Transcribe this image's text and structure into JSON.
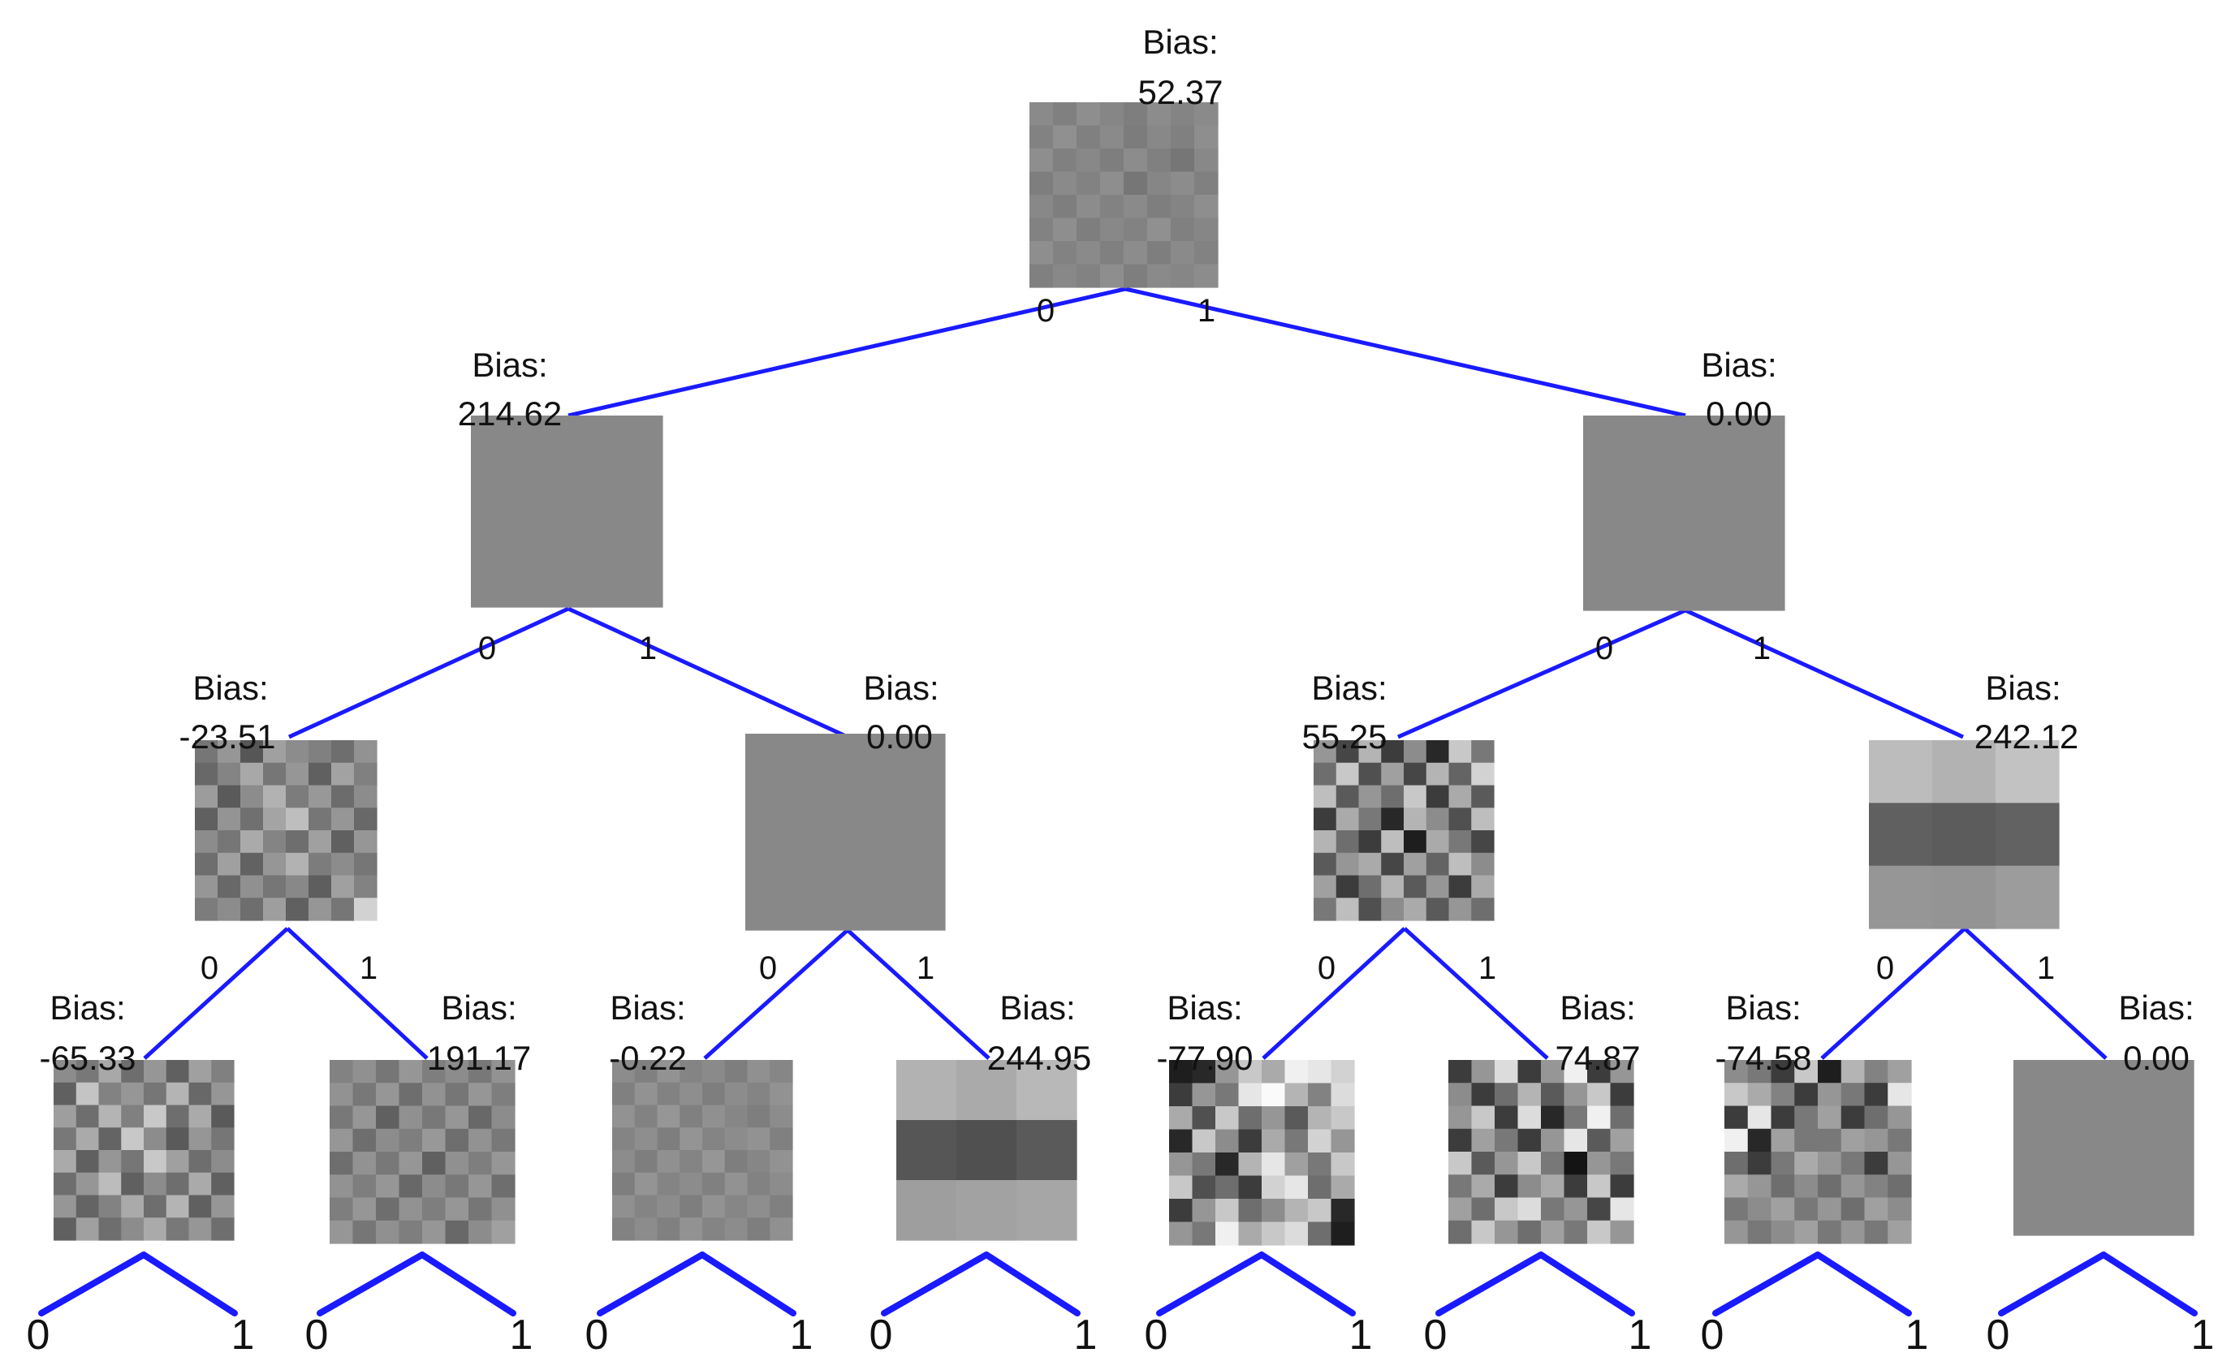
{
  "bias_label": "Bias:",
  "branch_labels": [
    "0",
    "1"
  ],
  "colors": {
    "edge": "#1a1aff",
    "text": "#111111",
    "background": "#ffffff"
  },
  "nodes": [
    {
      "id": "n0",
      "bias": "52.37",
      "grid": [
        [
          138,
          128,
          142,
          134,
          126,
          140,
          132,
          138
        ],
        [
          130,
          144,
          128,
          138,
          124,
          136,
          128,
          142
        ],
        [
          142,
          128,
          136,
          126,
          140,
          128,
          118,
          136
        ],
        [
          126,
          138,
          130,
          142,
          118,
          134,
          140,
          128
        ],
        [
          136,
          126,
          140,
          130,
          138,
          126,
          132,
          142
        ],
        [
          130,
          142,
          126,
          136,
          130,
          144,
          128,
          134
        ],
        [
          142,
          130,
          138,
          128,
          140,
          126,
          138,
          130
        ],
        [
          128,
          136,
          130,
          142,
          126,
          138,
          134,
          140
        ]
      ]
    },
    {
      "id": "n1",
      "bias": "214.62",
      "grid": [
        [
          136
        ]
      ]
    },
    {
      "id": "n2",
      "bias": "0.00",
      "grid": [
        [
          136
        ]
      ]
    },
    {
      "id": "n3",
      "bias": "-23.51",
      "grid": [
        [
          118,
          150,
          86,
          160,
          140,
          128,
          110,
          146
        ],
        [
          104,
          132,
          168,
          118,
          150,
          96,
          162,
          128
        ],
        [
          156,
          90,
          140,
          178,
          124,
          152,
          108,
          140
        ],
        [
          96,
          148,
          112,
          164,
          190,
          118,
          150,
          104
        ],
        [
          140,
          118,
          170,
          132,
          110,
          160,
          96,
          150
        ],
        [
          110,
          160,
          98,
          150,
          178,
          124,
          140,
          118
        ],
        [
          150,
          104,
          144,
          118,
          136,
          94,
          160,
          130
        ],
        [
          124,
          140,
          110,
          158,
          96,
          150,
          118,
          210
        ]
      ]
    },
    {
      "id": "n4",
      "bias": "0.00",
      "grid": [
        [
          136
        ]
      ]
    },
    {
      "id": "n5",
      "bias": "55.25",
      "grid": [
        [
          150,
          70,
          180,
          60,
          140,
          40,
          200,
          120
        ],
        [
          110,
          200,
          80,
          160,
          70,
          180,
          100,
          210
        ],
        [
          190,
          90,
          150,
          110,
          200,
          60,
          170,
          90
        ],
        [
          60,
          170,
          120,
          40,
          180,
          140,
          80,
          190
        ],
        [
          180,
          110,
          60,
          190,
          30,
          170,
          120,
          70
        ],
        [
          90,
          150,
          170,
          70,
          160,
          100,
          190,
          140
        ],
        [
          160,
          60,
          110,
          180,
          90,
          150,
          60,
          170
        ],
        [
          120,
          190,
          80,
          140,
          170,
          90,
          150,
          110
        ]
      ]
    },
    {
      "id": "n6",
      "bias": "242.12",
      "grid": [
        [
          188,
          178,
          194
        ],
        [
          96,
          92,
          98
        ],
        [
          150,
          148,
          156
        ]
      ]
    },
    {
      "id": "n7",
      "bias": "-65.33",
      "grid": [
        [
          140,
          120,
          168,
          110,
          150,
          96,
          160,
          128
        ],
        [
          96,
          196,
          130,
          150,
          118,
          180,
          104,
          150
        ],
        [
          158,
          110,
          180,
          128,
          200,
          110,
          170,
          90
        ],
        [
          120,
          170,
          100,
          200,
          140,
          90,
          150,
          118
        ],
        [
          170,
          96,
          150,
          118,
          200,
          160,
          110,
          140
        ],
        [
          110,
          150,
          188,
          96,
          140,
          110,
          170,
          96
        ],
        [
          150,
          100,
          130,
          170,
          110,
          180,
          96,
          150
        ],
        [
          96,
          160,
          110,
          140,
          170,
          120,
          150,
          110
        ]
      ]
    },
    {
      "id": "n8",
      "bias": "191.17",
      "grid": [
        [
          130,
          144,
          118,
          150,
          126,
          140,
          120,
          146
        ],
        [
          146,
          120,
          150,
          110,
          146,
          118,
          150,
          126
        ],
        [
          120,
          150,
          96,
          144,
          120,
          150,
          104,
          140
        ],
        [
          150,
          110,
          140,
          126,
          152,
          110,
          146,
          120
        ],
        [
          110,
          146,
          120,
          150,
          96,
          144,
          126,
          150
        ],
        [
          146,
          126,
          150,
          104,
          140,
          120,
          150,
          110
        ],
        [
          126,
          150,
          110,
          146,
          126,
          150,
          118,
          144
        ],
        [
          150,
          118,
          144,
          126,
          150,
          104,
          140,
          160
        ]
      ]
    },
    {
      "id": "n9",
      "bias": "-0.22",
      "grid": [
        [
          140,
          128,
          146,
          132,
          138,
          126,
          144,
          134
        ],
        [
          128,
          146,
          130,
          142,
          126,
          140,
          132,
          146
        ],
        [
          146,
          130,
          150,
          128,
          144,
          134,
          126,
          140
        ],
        [
          132,
          142,
          126,
          148,
          132,
          140,
          146,
          128
        ],
        [
          140,
          126,
          144,
          132,
          150,
          126,
          134,
          146
        ],
        [
          126,
          148,
          132,
          140,
          128,
          146,
          130,
          140
        ],
        [
          144,
          132,
          140,
          126,
          146,
          134,
          142,
          128
        ],
        [
          130,
          140,
          128,
          146,
          132,
          140,
          126,
          144
        ]
      ]
    },
    {
      "id": "n10",
      "bias": "244.95",
      "grid": [
        [
          178,
          170,
          184
        ],
        [
          86,
          80,
          90
        ],
        [
          158,
          162,
          166
        ]
      ]
    },
    {
      "id": "n11",
      "bias": "-77.90",
      "grid": [
        [
          30,
          40,
          150,
          200,
          170,
          240,
          230,
          210
        ],
        [
          60,
          150,
          120,
          230,
          250,
          180,
          130,
          220
        ],
        [
          170,
          80,
          200,
          110,
          150,
          90,
          180,
          200
        ],
        [
          40,
          200,
          140,
          60,
          170,
          120,
          210,
          150
        ],
        [
          150,
          120,
          40,
          180,
          230,
          160,
          120,
          200
        ],
        [
          200,
          80,
          110,
          60,
          210,
          230,
          110,
          170
        ],
        [
          60,
          150,
          200,
          110,
          140,
          180,
          200,
          40
        ],
        [
          150,
          120,
          240,
          170,
          200,
          220,
          110,
          30
        ]
      ]
    },
    {
      "id": "n12",
      "bias": "74.87",
      "grid": [
        [
          60,
          150,
          220,
          60,
          150,
          240,
          60,
          150
        ],
        [
          140,
          60,
          110,
          180,
          90,
          150,
          200,
          60
        ],
        [
          150,
          200,
          60,
          220,
          40,
          120,
          240,
          110
        ],
        [
          60,
          160,
          120,
          60,
          150,
          230,
          90,
          160
        ],
        [
          200,
          90,
          150,
          200,
          120,
          20,
          150,
          120
        ],
        [
          120,
          170,
          60,
          140,
          170,
          60,
          200,
          60
        ],
        [
          160,
          110,
          200,
          220,
          120,
          150,
          70,
          230
        ],
        [
          110,
          200,
          150,
          110,
          160,
          120,
          200,
          150
        ]
      ]
    },
    {
      "id": "n13",
      "bias": "-74.58",
      "grid": [
        [
          140,
          120,
          60,
          200,
          30,
          180,
          130,
          160
        ],
        [
          200,
          170,
          130,
          60,
          150,
          120,
          60,
          230
        ],
        [
          60,
          230,
          60,
          120,
          160,
          60,
          110,
          150
        ],
        [
          240,
          40,
          160,
          120,
          120,
          160,
          150,
          120
        ],
        [
          110,
          60,
          120,
          170,
          150,
          120,
          60,
          150
        ],
        [
          170,
          150,
          110,
          140,
          110,
          150,
          130,
          110
        ],
        [
          120,
          140,
          160,
          120,
          150,
          110,
          160,
          140
        ],
        [
          150,
          120,
          140,
          160,
          120,
          150,
          120,
          160
        ]
      ]
    },
    {
      "id": "n14",
      "bias": "0.00",
      "grid": [
        [
          136
        ]
      ]
    }
  ]
}
